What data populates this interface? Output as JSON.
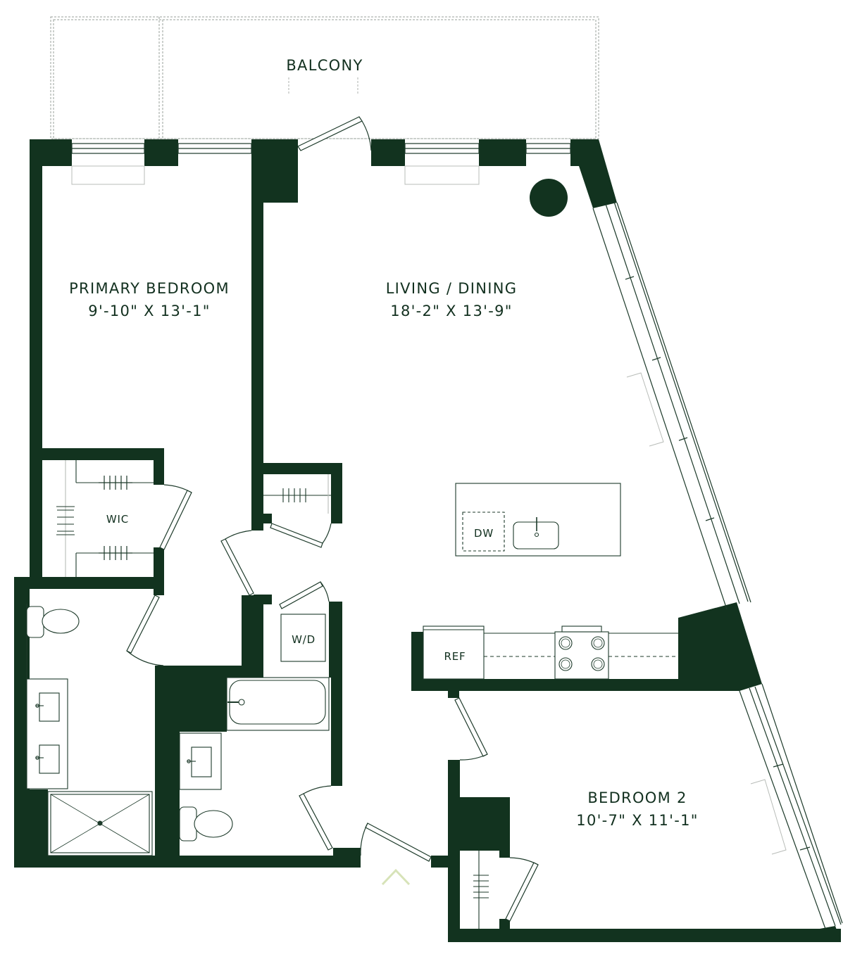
{
  "rooms": {
    "balcony": {
      "name": "BALCONY"
    },
    "primary_bedroom": {
      "name": "PRIMARY BEDROOM",
      "dims": "9'-10\" X 13'-1\""
    },
    "living_dining": {
      "name": "LIVING / DINING",
      "dims": "18'-2\" X 13'-9\""
    },
    "bedroom2": {
      "name": "BEDROOM 2",
      "dims": "10'-7\" X 11'-1\""
    },
    "wic": {
      "name": "WIC"
    },
    "wd": {
      "name": "W/D"
    },
    "ref": {
      "name": "REF"
    },
    "dw": {
      "name": "DW"
    }
  },
  "colors": {
    "wall": "#12331f",
    "line": "#1d3a2a",
    "light": "#b8bcb8",
    "entry": "#d7e3b8",
    "background": "#ffffff"
  },
  "icons": {
    "entry": "chevron-up-icon",
    "column": "round-column-icon"
  }
}
